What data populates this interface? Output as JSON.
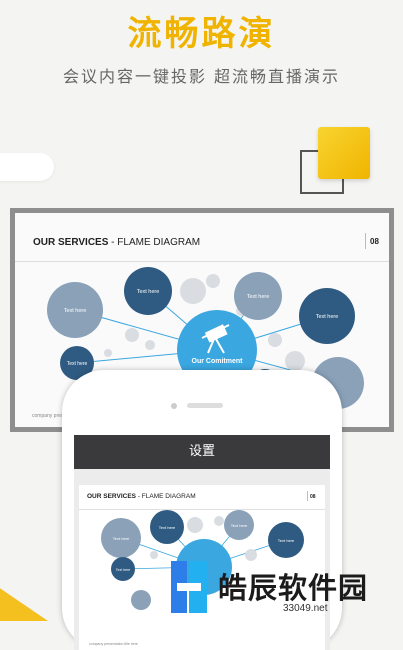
{
  "header": {
    "headline": "流畅路演",
    "subline": "会议内容一键投影  超流畅直播演示"
  },
  "slide": {
    "title_bold": "OUR SERVICES",
    "title_rest": " - FLAME DIAGRAM",
    "page_number": "08",
    "footer": "company presentation",
    "center_label": "Our Comitment",
    "node_label": "Text here"
  },
  "phone": {
    "nav_title": "设置",
    "mini_title_bold": "OUR SERVICES",
    "mini_title_rest": " - FLAME DIAGRAM",
    "mini_page_number": "08",
    "mini_node_label": "Text here",
    "mini_footer": "company presentation title here"
  },
  "watermark": {
    "name": "皓辰软件园",
    "url": "33049.net"
  },
  "colors": {
    "accent": "#f0b400",
    "dark_node": "#2f5b82",
    "light_node": "#8aa1b8",
    "center_node": "#3aa7e0",
    "nav_bg": "#3a3a3c"
  }
}
